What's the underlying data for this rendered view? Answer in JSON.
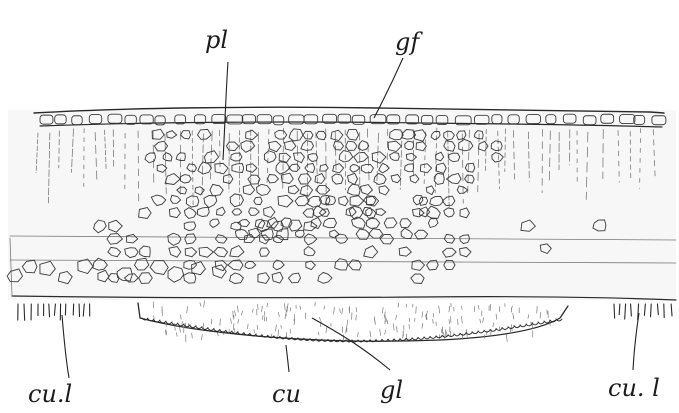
{
  "figure": {
    "labels": {
      "pl": "pl",
      "gf": "gf",
      "cul_left": "cu.l",
      "cu": "cu",
      "gl": "gl",
      "cul_right": "cu. l"
    }
  }
}
